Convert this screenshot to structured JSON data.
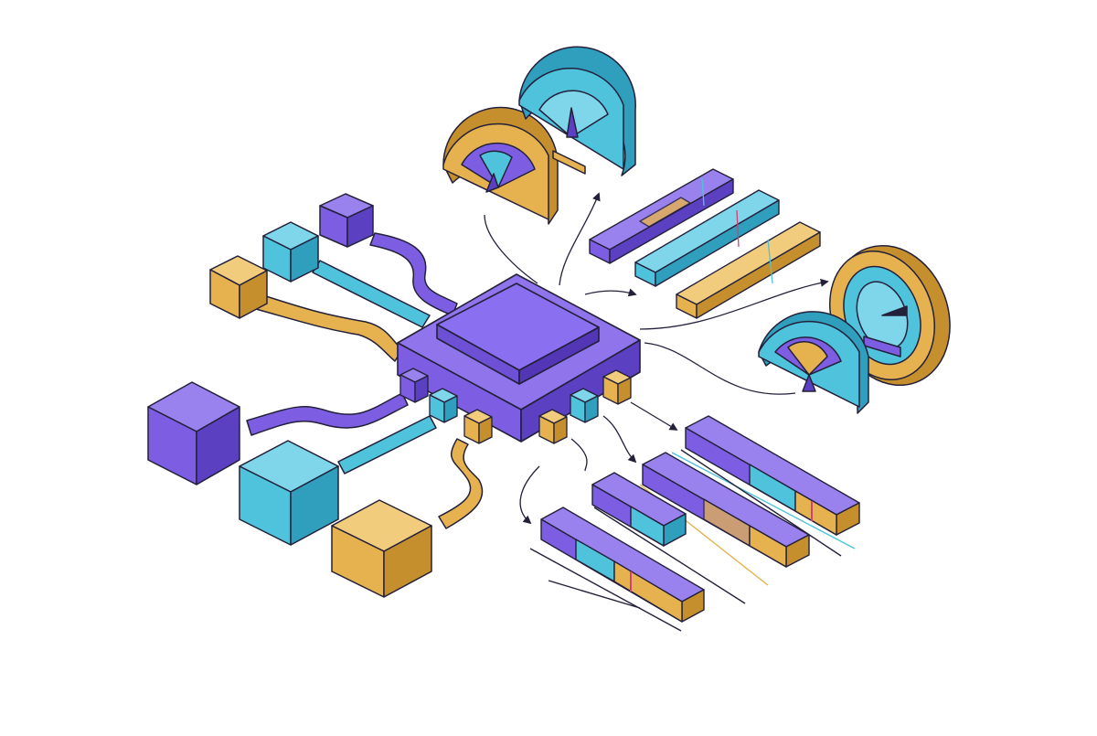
{
  "palette": {
    "purple": "#7d5ee3",
    "cyan": "#4fc2dc",
    "gold": "#e6b24f",
    "outline": "#23203a",
    "background": "#ffffff"
  },
  "scene": {
    "central_unit": {
      "kind": "processor-chip",
      "color": "purple",
      "pins": [
        "gold",
        "cyan",
        "purple"
      ]
    },
    "inputs": [
      {
        "name": "input-cube-purple-small",
        "color": "purple",
        "flow": "in"
      },
      {
        "name": "input-cube-cyan-small",
        "color": "cyan",
        "flow": "in"
      },
      {
        "name": "input-cube-gold-small",
        "color": "gold",
        "flow": "in"
      },
      {
        "name": "input-cube-purple-large",
        "color": "purple",
        "flow": "in"
      },
      {
        "name": "input-cube-cyan-large",
        "color": "cyan",
        "flow": "in"
      },
      {
        "name": "input-cube-gold-large",
        "color": "gold",
        "flow": "in"
      }
    ],
    "gauges": [
      {
        "name": "gauge-gold-left",
        "color": "gold",
        "level": 0.3
      },
      {
        "name": "gauge-cyan-top",
        "color": "cyan",
        "level": 0.5
      },
      {
        "name": "gauge-cyan-right",
        "color": "cyan",
        "level": 0.7
      },
      {
        "name": "gauge-gold-right",
        "color": "gold",
        "level": 0.6
      }
    ],
    "output_bars": [
      {
        "name": "progress-bar-top-purple",
        "segments": [
          "purple",
          "purple",
          "gold",
          "purple"
        ]
      },
      {
        "name": "progress-bar-top-cyan",
        "segments": [
          "cyan",
          "cyan",
          "cyan",
          "cyan"
        ]
      },
      {
        "name": "progress-bar-top-gold",
        "segments": [
          "gold",
          "gold",
          "gold",
          "gold"
        ]
      },
      {
        "name": "progress-bar-bottom-1",
        "segments": [
          "purple",
          "purple",
          "cyan",
          "gold"
        ]
      },
      {
        "name": "progress-bar-bottom-2",
        "segments": [
          "purple",
          "cyan"
        ]
      },
      {
        "name": "progress-bar-bottom-3",
        "segments": [
          "purple",
          "purple",
          "gold",
          "gold"
        ]
      },
      {
        "name": "progress-bar-bottom-4",
        "segments": [
          "purple",
          "purple",
          "cyan",
          "gold"
        ]
      }
    ]
  }
}
